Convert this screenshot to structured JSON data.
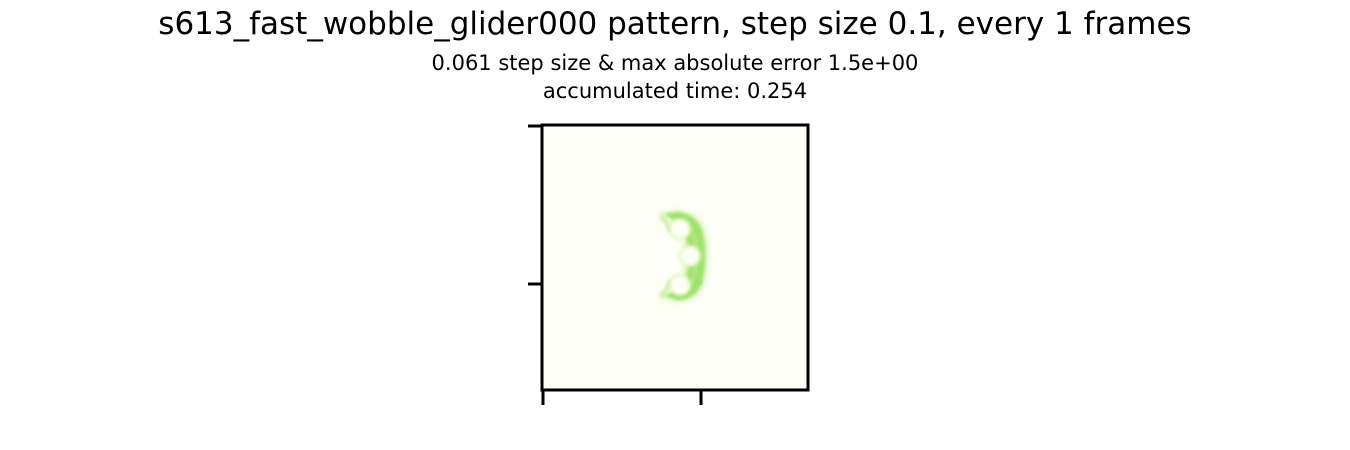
{
  "figure": {
    "title": "s613_fast_wobble_glider000 pattern, step size 0.1, every 1 frames",
    "subtitle_line1": "0.061 step size & max absolute error 1.5e+00",
    "subtitle_line2": "accumulated time: 0.254"
  },
  "plot": {
    "background_color": "#fdfff7",
    "pattern_color": "#8fe060",
    "pattern_description": "glider"
  }
}
